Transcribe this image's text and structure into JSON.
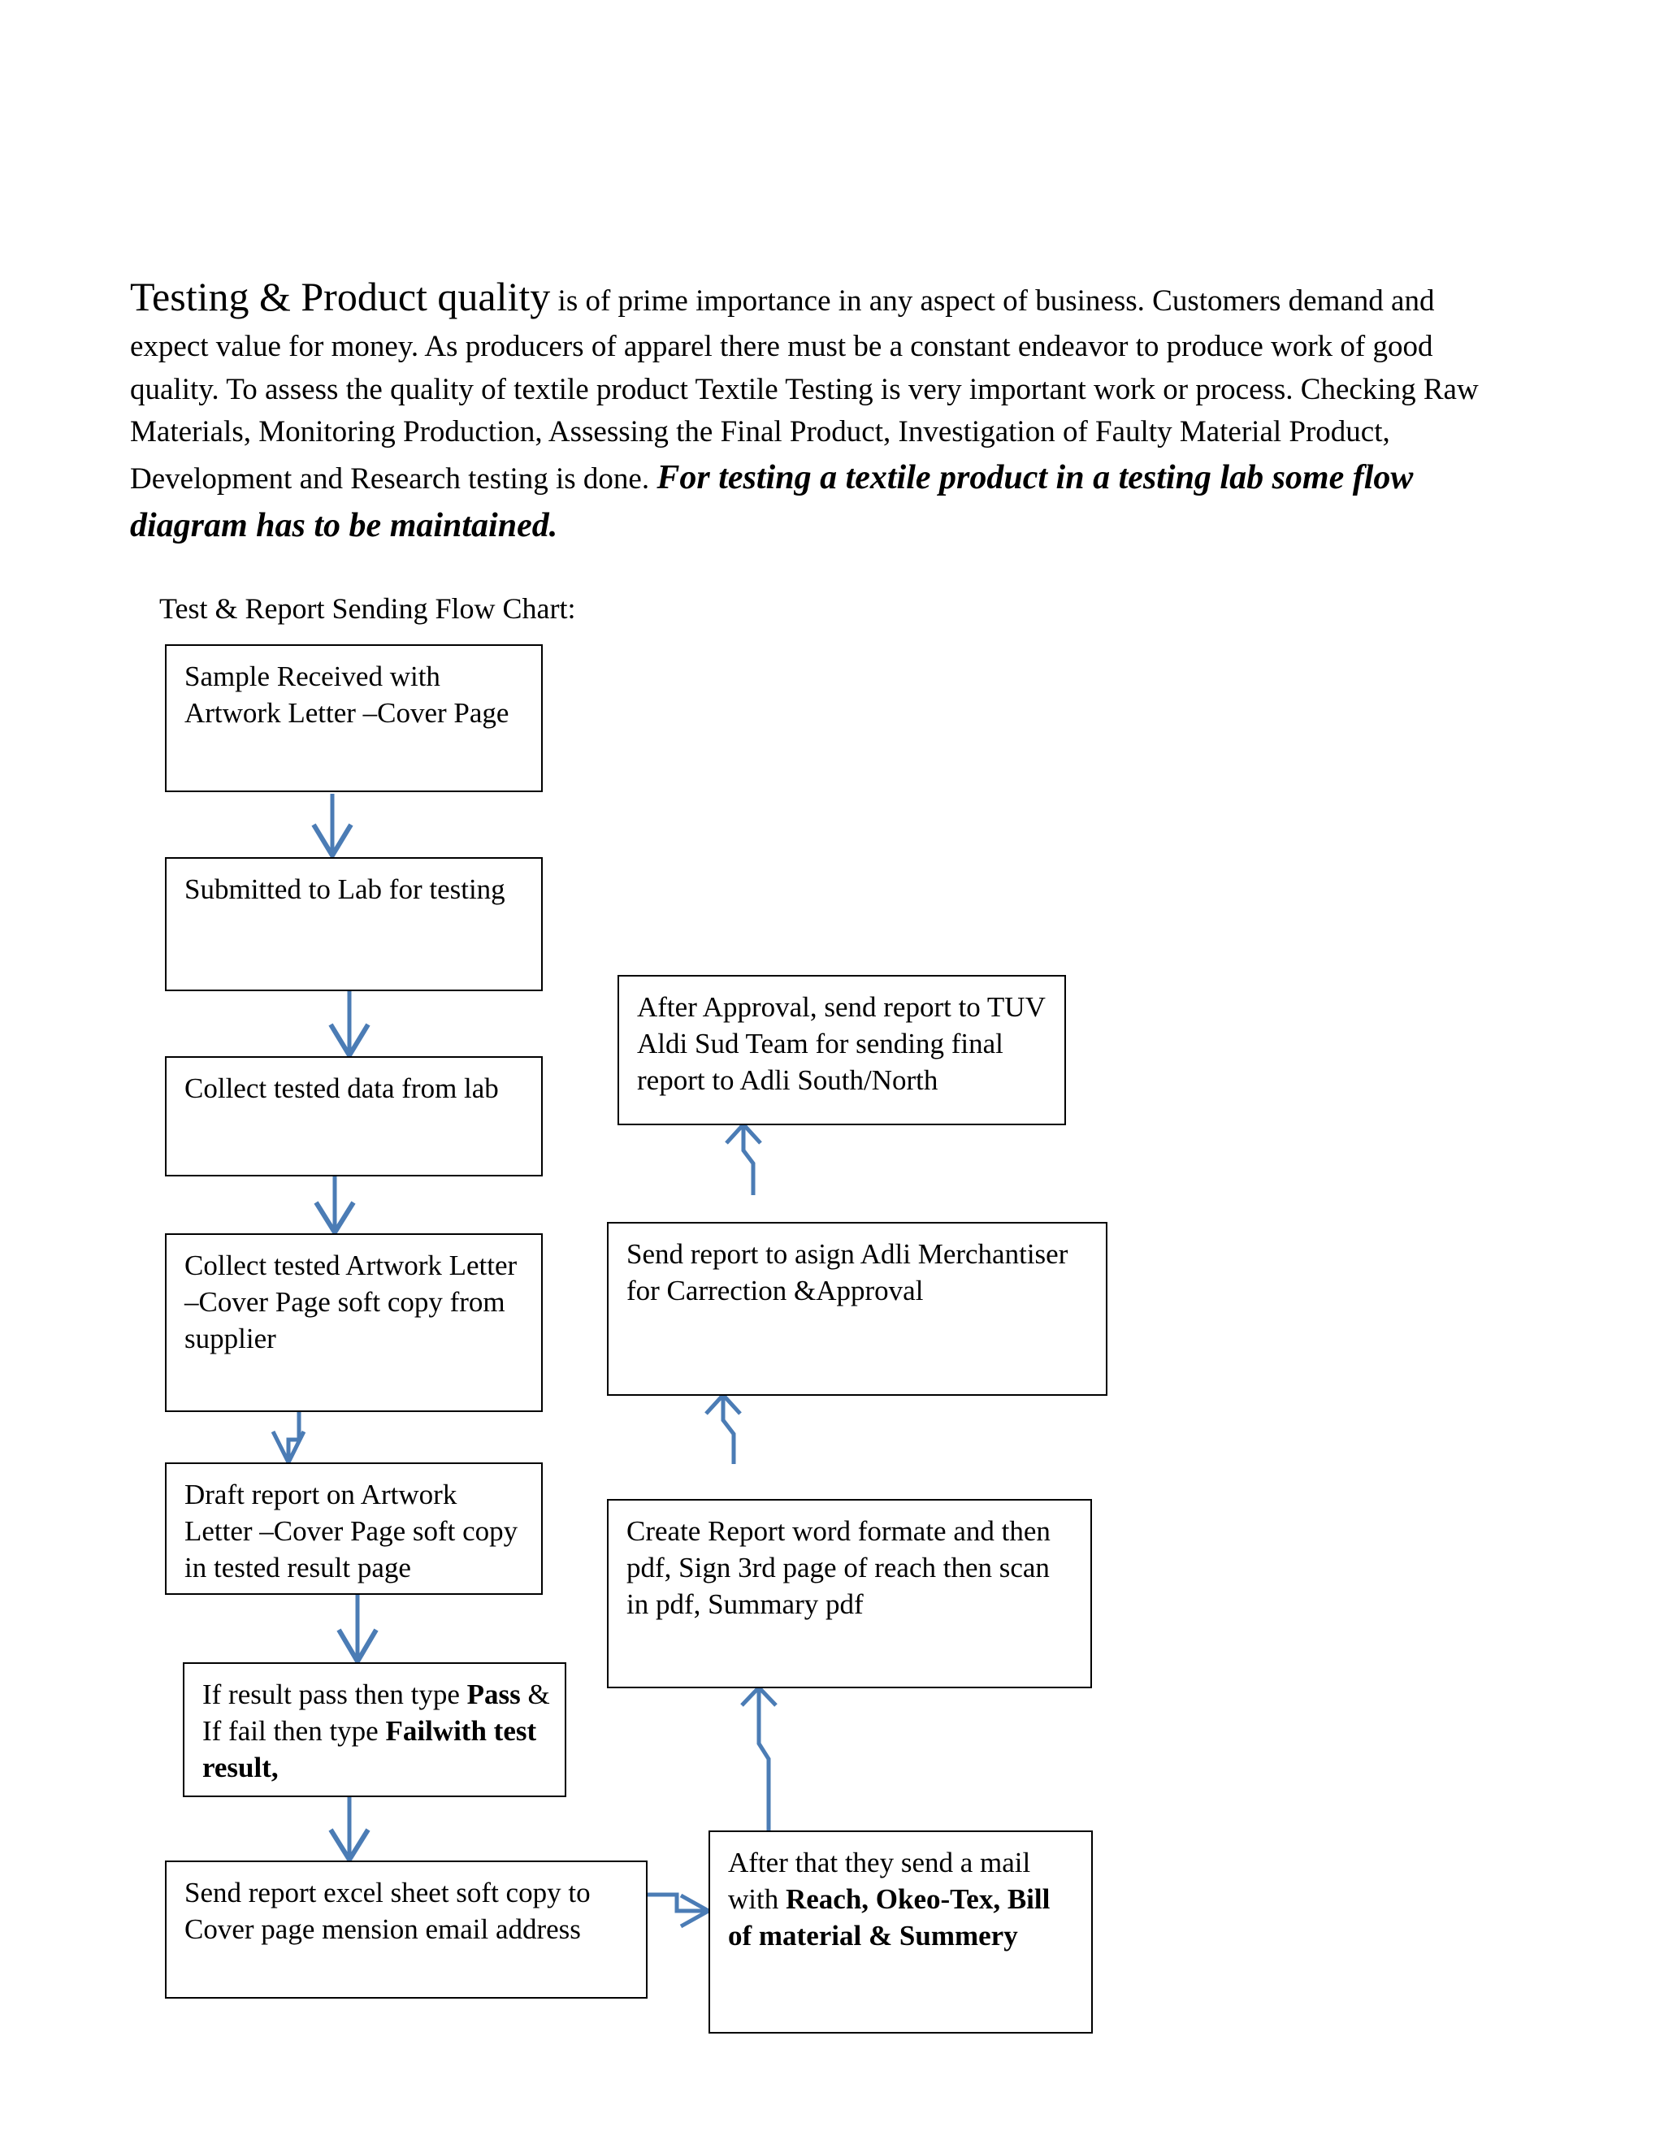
{
  "document": {
    "intro": {
      "lead": "Testing & Product quality",
      "body": " is of prime importance in any aspect of business. Customers demand and expect value for money. As producers of apparel there must be a constant endeavor to produce work of good quality. To assess the quality of textile product Textile Testing is very important work or process. Checking Raw Materials, Monitoring Production, Assessing the Final Product, Investigation of Faulty Material Product, Development and Research testing is done. ",
      "closing": "For testing a textile product in a testing lab some flow diagram has to be maintained."
    },
    "flowchart": {
      "title": "Test & Report Sending Flow Chart:",
      "accent_color": "#4B7CB5",
      "border_color": "#000000",
      "nodes": [
        {
          "id": "sample-received",
          "text": "Sample Received with Artwork Letter –Cover Page"
        },
        {
          "id": "submitted-to-lab",
          "text": "Submitted to Lab for testing"
        },
        {
          "id": "collect-tested-data",
          "text": "Collect tested data from lab"
        },
        {
          "id": "collect-tested-artwork",
          "text": "Collect tested Artwork Letter –Cover Page soft copy from supplier"
        },
        {
          "id": "draft-report",
          "text": "Draft report on  Artwork Letter –Cover Page soft copy in tested result page"
        },
        {
          "id": "result-pass-fail",
          "text_parts": [
            {
              "text": "If result pass then type ",
              "bold": false
            },
            {
              "text": "Pass",
              "bold": true
            },
            {
              "text": " & If fail then type ",
              "bold": false
            },
            {
              "text": "Failwith test result,",
              "bold": true
            }
          ]
        },
        {
          "id": "send-report-excel",
          "text": "Send report excel sheet soft copy to Cover page mension email address"
        },
        {
          "id": "they-send-mail",
          "text_parts": [
            {
              "text": "After that they send a mail with ",
              "bold": false
            },
            {
              "text": "Reach, Okeo-Tex, Bill of material & Summery",
              "bold": true
            }
          ]
        },
        {
          "id": "create-report-word",
          "text": "Create  Report word formate and then pdf, Sign 3rd page of reach then scan in pdf, Summary pdf"
        },
        {
          "id": "send-report-adli-merchantiser",
          "text": "Send report to asign Adli Merchantiser for Carrection &Approval"
        },
        {
          "id": "after-approval-tuv",
          "text": "After Approval,  send report to TUV Aldi Sud Team for sending final report to Adli South/North"
        }
      ],
      "connections": [
        {
          "from": "sample-received",
          "to": "submitted-to-lab",
          "style": "solid-down"
        },
        {
          "from": "submitted-to-lab",
          "to": "collect-tested-data",
          "style": "solid-down"
        },
        {
          "from": "collect-tested-data",
          "to": "collect-tested-artwork",
          "style": "solid-down"
        },
        {
          "from": "collect-tested-artwork",
          "to": "draft-report",
          "style": "open-down"
        },
        {
          "from": "draft-report",
          "to": "result-pass-fail",
          "style": "solid-down"
        },
        {
          "from": "result-pass-fail",
          "to": "send-report-excel",
          "style": "solid-down"
        },
        {
          "from": "send-report-excel",
          "to": "they-send-mail",
          "style": "open-right"
        },
        {
          "from": "they-send-mail",
          "to": "create-report-word",
          "style": "open-up"
        },
        {
          "from": "create-report-word",
          "to": "send-report-adli-merchantiser",
          "style": "open-up"
        },
        {
          "from": "send-report-adli-merchantiser",
          "to": "after-approval-tuv",
          "style": "open-up"
        }
      ]
    }
  }
}
